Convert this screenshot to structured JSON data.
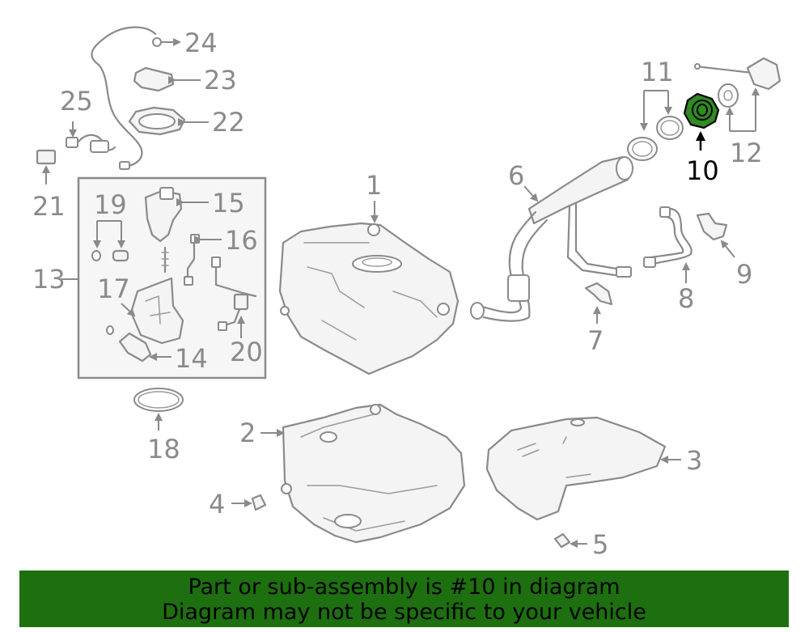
{
  "callouts": {
    "c1": "1",
    "c2": "2",
    "c3": "3",
    "c4": "4",
    "c5": "5",
    "c6": "6",
    "c7": "7",
    "c8": "8",
    "c9": "9",
    "c10": "10",
    "c11": "11",
    "c12": "12",
    "c13": "13",
    "c14": "14",
    "c15": "15",
    "c16": "16",
    "c17": "17",
    "c18": "18",
    "c19": "19",
    "c20": "20",
    "c21": "21",
    "c22": "22",
    "c23": "23",
    "c24": "24",
    "c25": "25"
  },
  "highlighted_part": "10",
  "colors": {
    "highlight": "#2e8b22",
    "banner": "#1d6f0f",
    "linework": "#8a8a8a"
  },
  "banner": {
    "line1": "Part or sub-assembly is #10 in diagram",
    "line2": "Diagram may not be specific to your vehicle"
  }
}
